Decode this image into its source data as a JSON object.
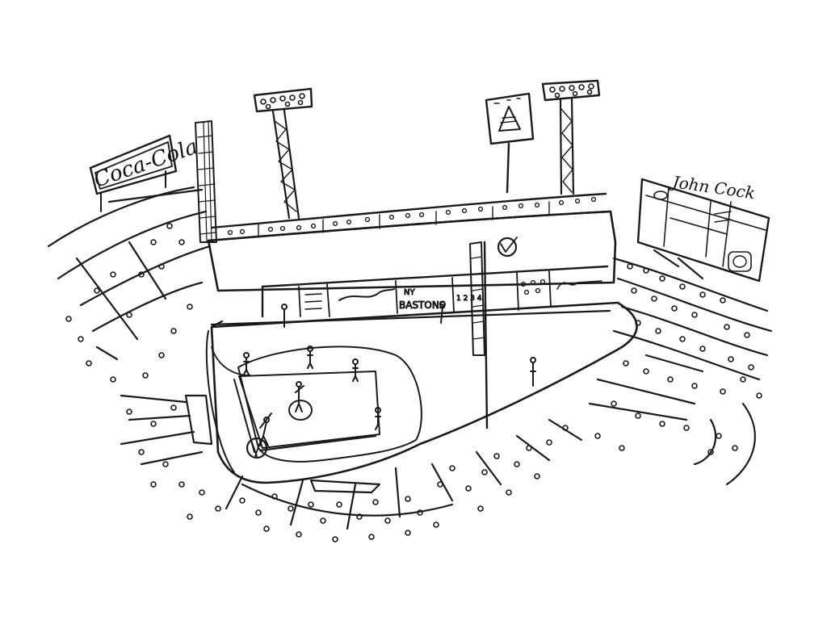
{
  "scene": {
    "background": "#ffffff",
    "ink": "#1a1a1a"
  },
  "signs": {
    "left_billboard": "Coca-Cola",
    "right_scoreboard_signature": "John Cock",
    "center_wall_text_1": "NY",
    "center_wall_text_2": "BASTONS",
    "wall_numbers": "1 2 3 4"
  }
}
